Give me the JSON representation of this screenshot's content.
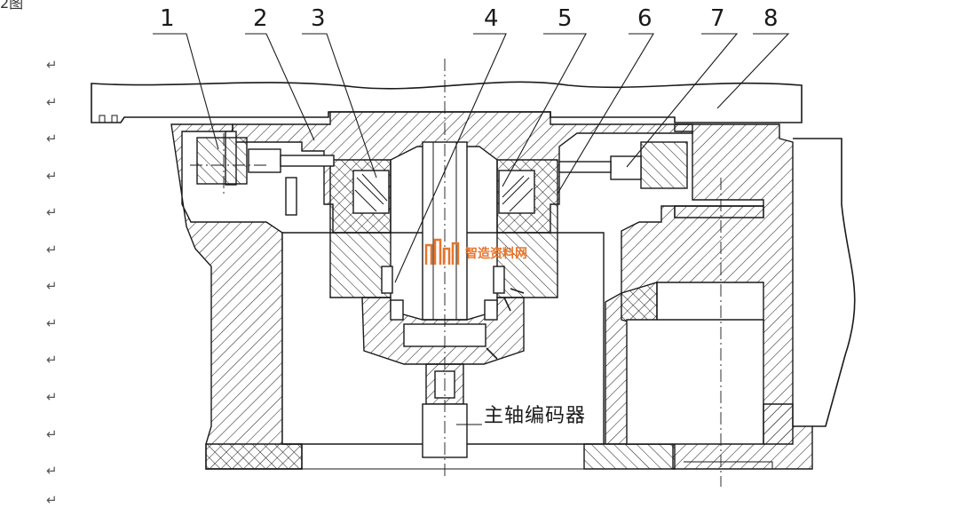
{
  "part_numbers": [
    "1",
    "2",
    "3",
    "4",
    "5",
    "6",
    "7",
    "8"
  ],
  "paragraph_marks": [
    "↵",
    "↵",
    "↵",
    "↵",
    "↵",
    "↵",
    "↵",
    "↵",
    "↵",
    "↵",
    "↵",
    "↵",
    "↵"
  ],
  "corner_text": "2图",
  "caption": "主轴编码器",
  "watermark": {
    "text": "智造资料网",
    "color": "#e8742a"
  }
}
